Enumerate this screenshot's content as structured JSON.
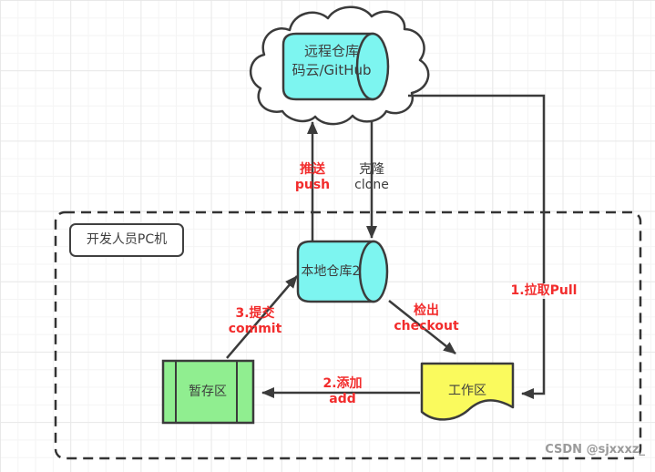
{
  "diagram": {
    "nodes": {
      "remote_repo": {
        "line1": "远程仓库",
        "line2": "码云/GitHub"
      },
      "local_repo": {
        "label": "本地仓库2"
      },
      "staging_area": {
        "label": "暂存区"
      },
      "working_area": {
        "label": "工作区"
      },
      "pc_box": {
        "label": "开发人员PC机"
      }
    },
    "edges": {
      "push": {
        "zh": "推送",
        "en": "push"
      },
      "clone": {
        "zh": "克隆",
        "en": "clone"
      },
      "pull": {
        "label": "1.拉取Pull"
      },
      "commit": {
        "zh": "3.提交",
        "en": "commit"
      },
      "checkout": {
        "zh": "检出",
        "en": "checkout"
      },
      "add": {
        "zh": "2.添加",
        "en": "add"
      }
    },
    "watermark": "CSDN @sjxxxz_",
    "colors": {
      "cylinder_fill": "#7DF5F0",
      "staging_fill": "#90EE90",
      "working_fill": "#FAFA5D",
      "shape_stroke": "#3b3b3b",
      "edge_label_red": "#F22C2C",
      "text_dark": "#3d3d3d",
      "watermark_gray": "#9a9a9a"
    }
  }
}
